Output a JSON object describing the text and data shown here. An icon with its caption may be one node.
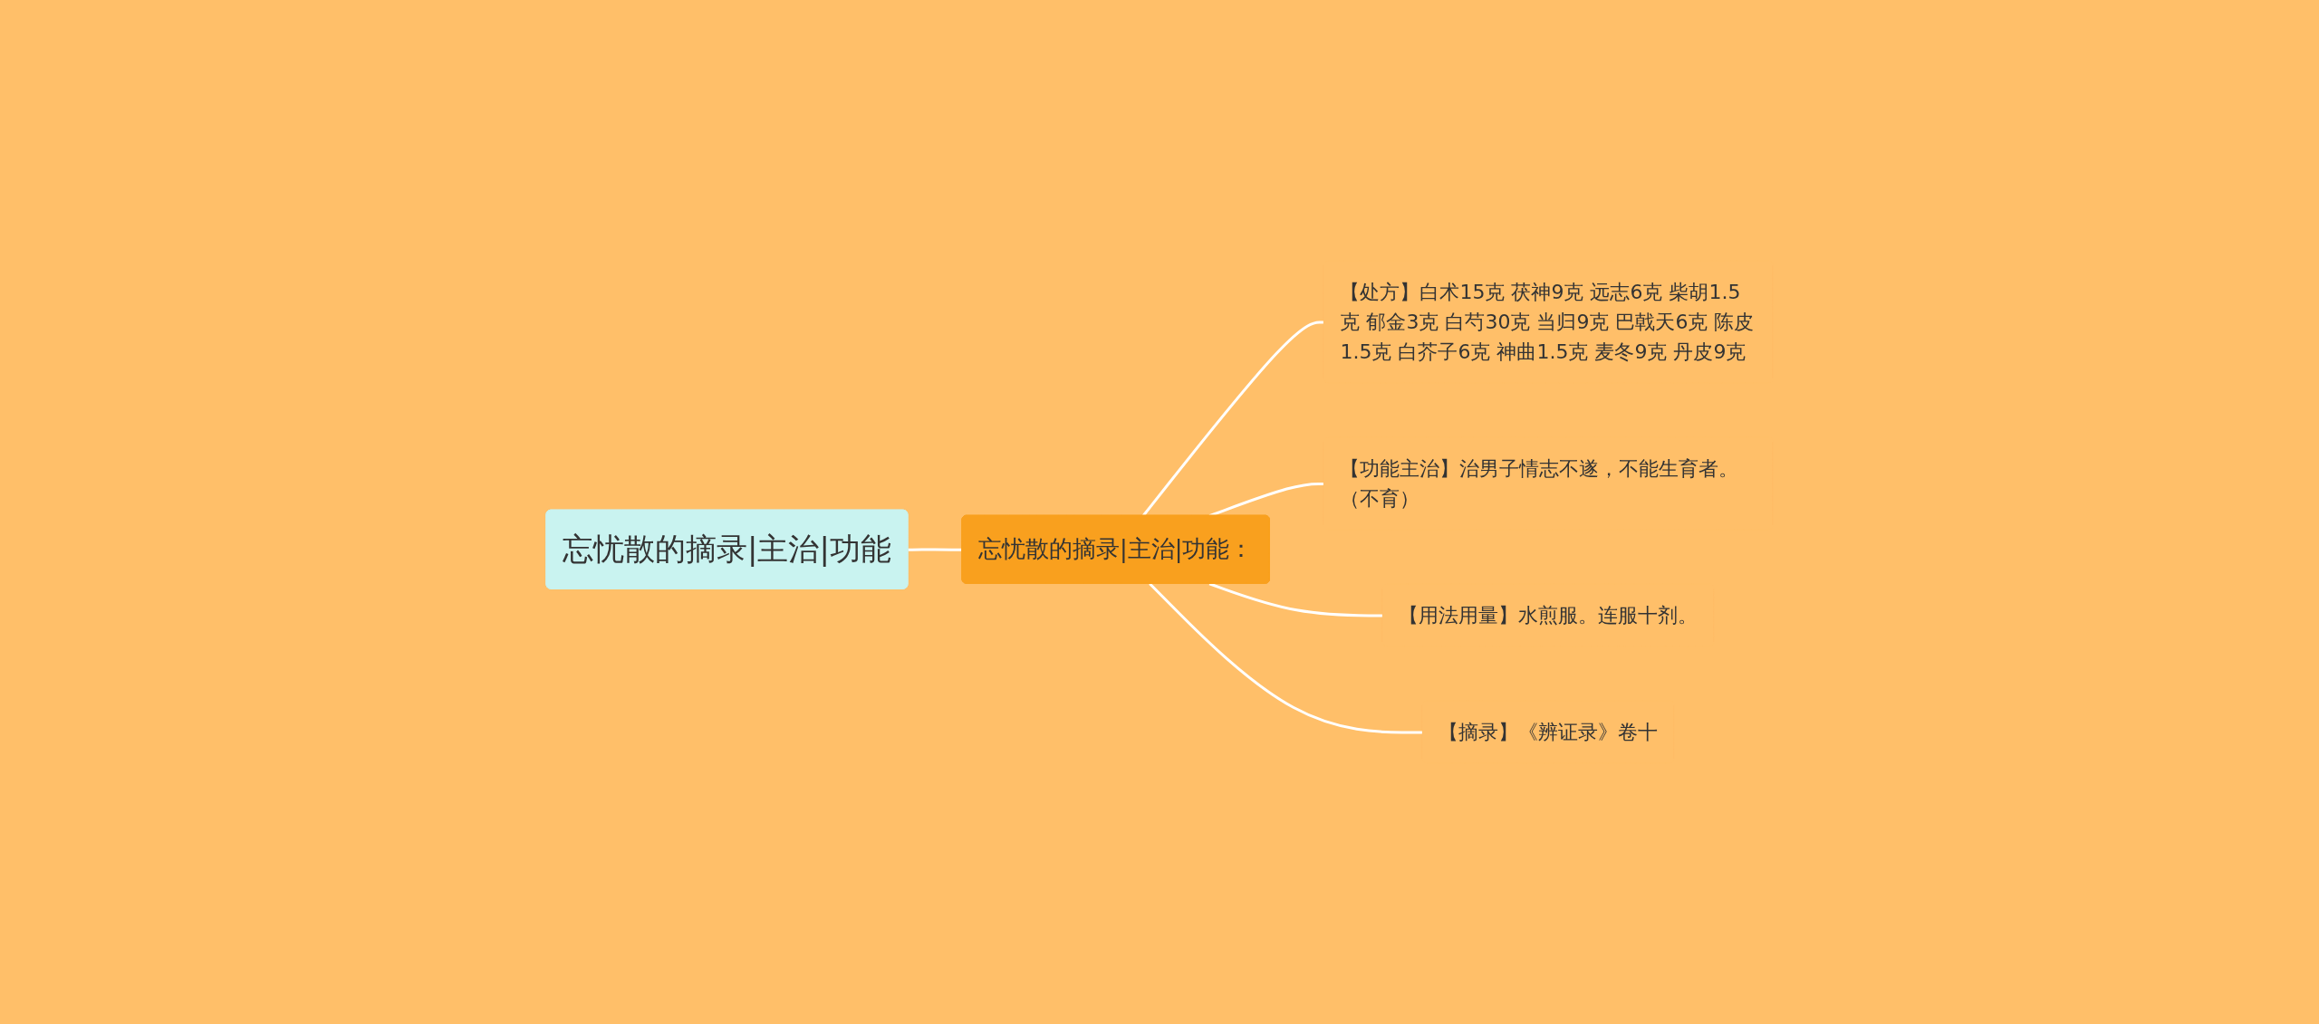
{
  "diagram": {
    "nodes": [
      {
        "text": [
          "忘忧散的摘录|主治|功能"
        ]
      },
      {
        "text": [
          "忘忧散的摘录|主治|功能："
        ]
      },
      {
        "text": [
          "【处方】白术15克 茯神9克 远志6克 柴胡1.5克 郁金3克 白芍30克 当归9克 巴戟天6克 陈皮1.5克 白芥子6克 神曲1.5克 麦冬9克 丹皮9克"
        ]
      },
      {
        "text": [
          "【功能主治】治男子情志不遂，不能生育者。（不育）"
        ]
      },
      {
        "text": [
          "【用法用量】水煎服。连服十剂。"
        ]
      },
      {
        "text": [
          "【摘录】《辨证录》卷十"
        ]
      }
    ],
    "edges": [
      {
        "from": 0,
        "to": 1,
        "arrow": "none"
      },
      {
        "from": 1,
        "to": 2,
        "arrow": "none"
      },
      {
        "from": 1,
        "to": 3,
        "arrow": "none"
      },
      {
        "from": 1,
        "to": 4,
        "arrow": "none"
      },
      {
        "from": 1,
        "to": 5,
        "arrow": "none"
      }
    ]
  }
}
